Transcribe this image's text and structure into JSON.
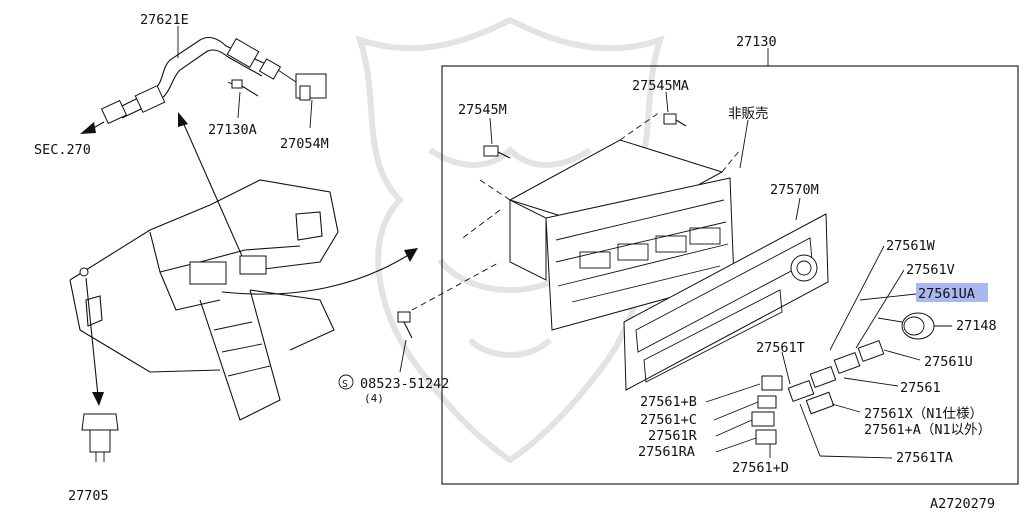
{
  "labels": {
    "p27621E": "27621E",
    "sec270": "SEC.270",
    "p27130A": "27130A",
    "p27054M": "27054M",
    "p27130": "27130",
    "p27545MA": "27545MA",
    "p27545M": "27545M",
    "hihanbai": "非販売",
    "p27570M": "27570M",
    "p27561W": "27561W",
    "p27561V": "27561V",
    "p27561UA": "27561UA",
    "p27148": "27148",
    "p27561U": "27561U",
    "p27561": "27561",
    "p27561T": "27561T",
    "p27561X": "27561X（N1仕様）",
    "p27561plusA": "27561+A（N1以外）",
    "p27561TA": "27561TA",
    "p27561plusB": "27561+B",
    "p27561plusC": "27561+C",
    "p27561R": "27561R",
    "p27561RA": "27561RA",
    "p27561plusD": "27561+D",
    "screwCode": "08523-51242",
    "screwQty": "(4)",
    "circledS": "S",
    "p27705": "27705",
    "diagramCode": "A2720279"
  },
  "colors": {
    "highlight": "#a9b9ef",
    "line": "#111111",
    "watermark": "#e3e3e3"
  },
  "highlighted_part": "27561UA"
}
